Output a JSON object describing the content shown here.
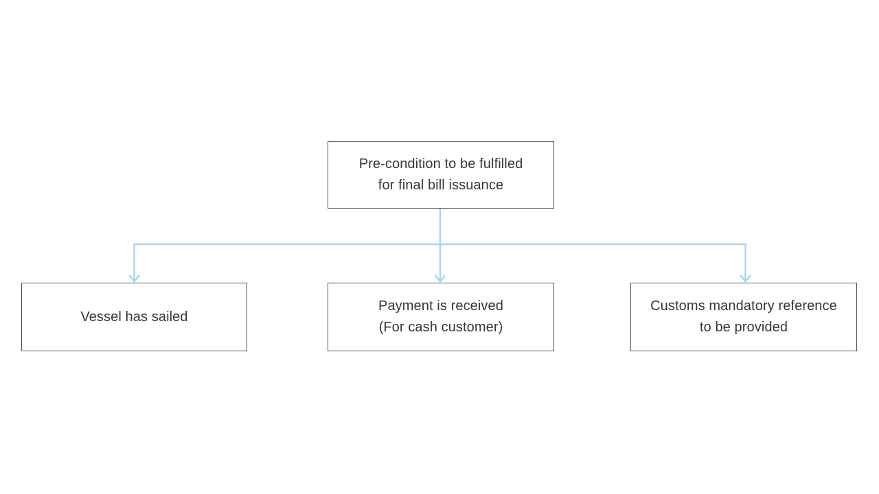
{
  "diagram": {
    "type": "flowchart",
    "connector_color": "#a9d6ef",
    "box_border_color": "#4f4f4f",
    "text_color": "#363636",
    "background_color": "#ffffff",
    "root_box": {
      "line1": "Pre-condition to be fulfilled",
      "line2": "for final bill issuance"
    },
    "child_boxes": [
      {
        "line1": "Vessel has sailed"
      },
      {
        "line1": "Payment is received",
        "line2": "(For cash customer)"
      },
      {
        "line1": "Customs mandatory reference",
        "line2": "to be provided"
      }
    ]
  }
}
